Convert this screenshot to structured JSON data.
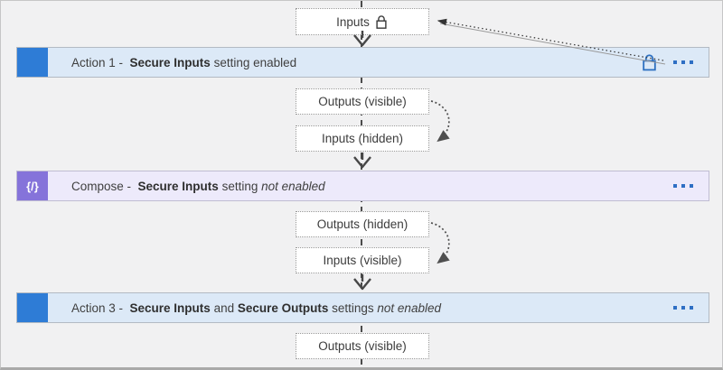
{
  "diagram": {
    "inputs_box": {
      "label": "Inputs"
    },
    "action1": {
      "title_prefix": "Action 1 -  ",
      "title_bold": "Secure Inputs",
      "title_rest": " setting enabled"
    },
    "outputs_visible_top": {
      "label": "Outputs (visible)"
    },
    "inputs_hidden": {
      "label": "Inputs (hidden)"
    },
    "compose": {
      "title_prefix": "Compose -  ",
      "title_bold": "Secure Inputs",
      "title_mid": " setting ",
      "title_italic": "not enabled",
      "icon_glyph": "{/}"
    },
    "outputs_hidden": {
      "label": "Outputs (hidden)"
    },
    "inputs_visible": {
      "label": "Inputs (visible)"
    },
    "action3": {
      "title_prefix": "Action 3 -  ",
      "title_bold1": "Secure Inputs",
      "title_mid": " and ",
      "title_bold2": "Secure Outputs",
      "title_rest": " settings ",
      "title_italic": "not enabled"
    },
    "outputs_visible_bottom": {
      "label": "Outputs (visible)"
    }
  },
  "icons": {
    "inputs_box_lock": "lock-icon",
    "action1_left": "action-square-icon",
    "action1_lock": "lock-icon",
    "action1_menu": "ellipsis-icon",
    "compose_left": "compose-braces-icon",
    "compose_menu": "ellipsis-icon",
    "action3_left": "action-square-icon",
    "action3_menu": "ellipsis-icon"
  },
  "colors": {
    "canvas_bg": "#f1f1f2",
    "action_bar_bg": "#dce9f7",
    "action_icon_blue": "#2e7cd6",
    "compose_bar_bg": "#edeafb",
    "compose_icon_purple": "#8573da",
    "lock_blue": "#2c6fc0",
    "menu_dots_blue": "#2e6fc4",
    "connector_gray": "#4c4c4c"
  }
}
